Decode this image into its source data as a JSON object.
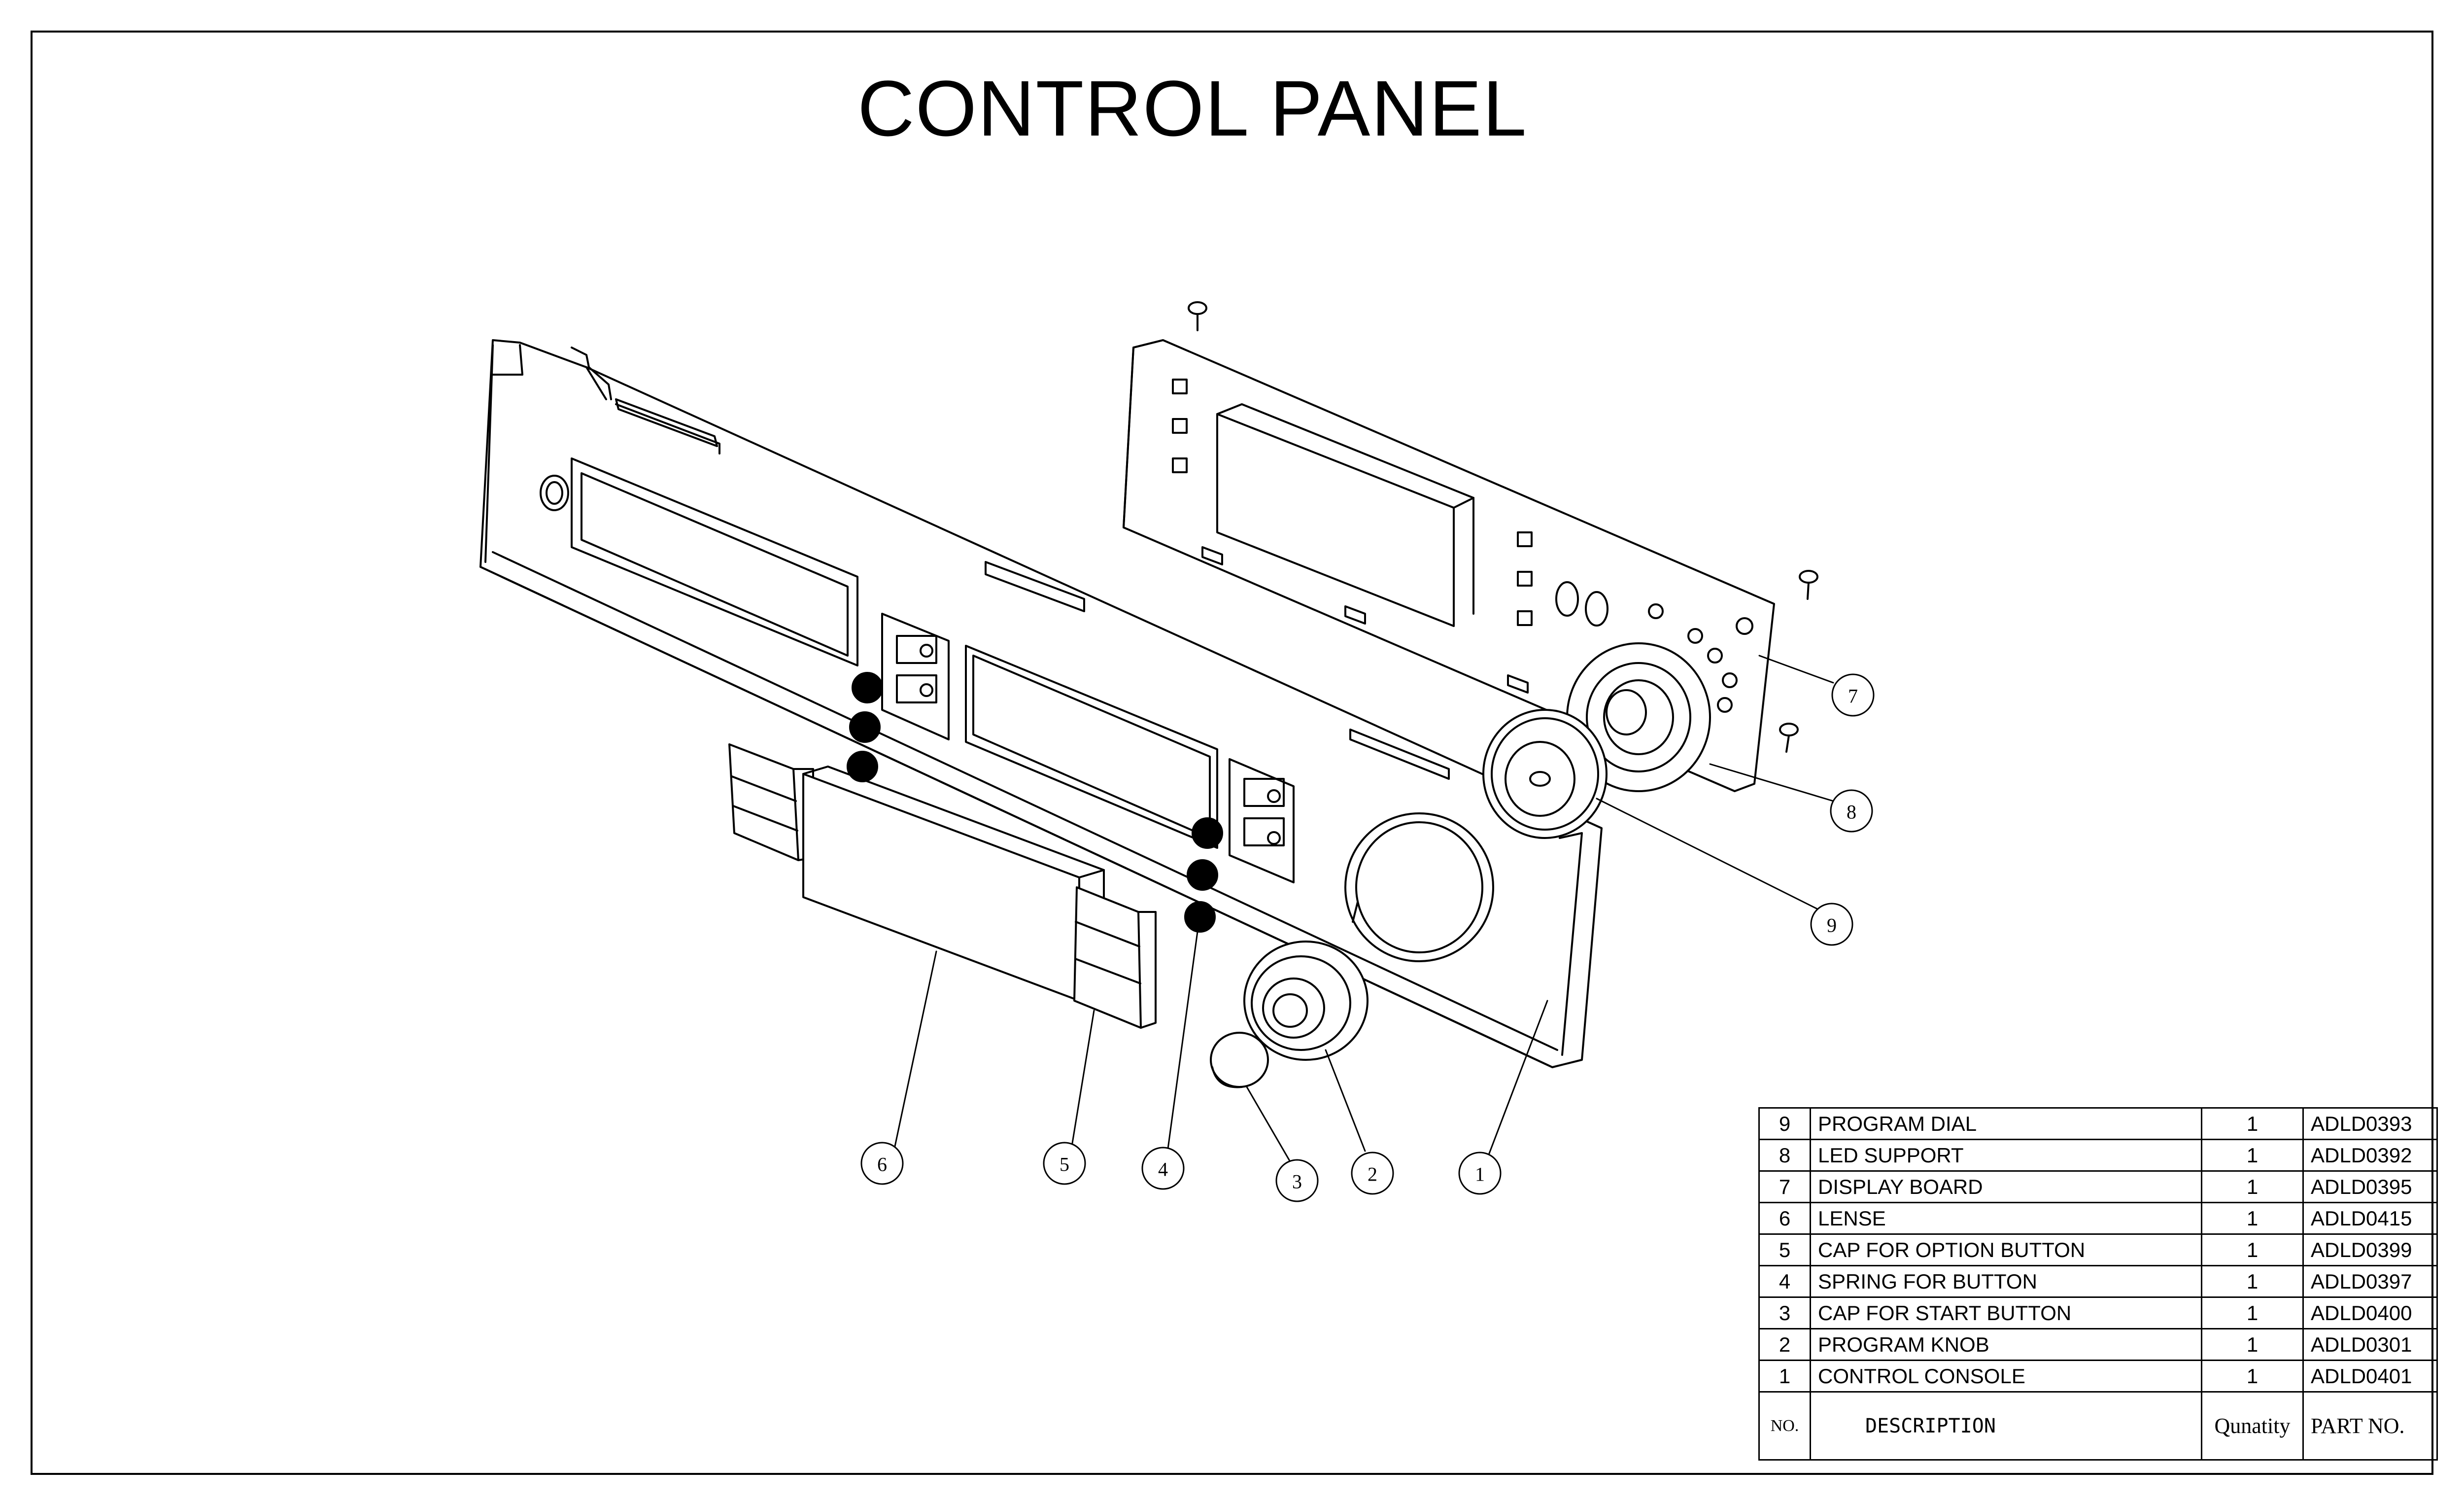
{
  "title": "CONTROL PANEL",
  "callouts": [
    "1",
    "2",
    "3",
    "4",
    "5",
    "6",
    "7",
    "8",
    "9"
  ],
  "parts_table": {
    "headers": {
      "no": "NO.",
      "description": "DESCRIPTION",
      "quantity": "Qunatity",
      "part_no": "PART NO."
    },
    "rows": [
      {
        "no": "9",
        "description": "PROGRAM DIAL",
        "qty": "1",
        "part_no": "ADLD0393"
      },
      {
        "no": "8",
        "description": "LED SUPPORT",
        "qty": "1",
        "part_no": "ADLD0392"
      },
      {
        "no": "7",
        "description": "DISPLAY BOARD",
        "qty": "1",
        "part_no": "ADLD0395"
      },
      {
        "no": "6",
        "description": "LENSE",
        "qty": "1",
        "part_no": "ADLD0415"
      },
      {
        "no": "5",
        "description": "CAP FOR OPTION BUTTON",
        "qty": "1",
        "part_no": "ADLD0399"
      },
      {
        "no": "4",
        "description": "SPRING FOR BUTTON",
        "qty": "1",
        "part_no": "ADLD0397"
      },
      {
        "no": "3",
        "description": "CAP FOR START BUTTON",
        "qty": "1",
        "part_no": "ADLD0400"
      },
      {
        "no": "2",
        "description": "PROGRAM KNOB",
        "qty": "1",
        "part_no": "ADLD0301"
      },
      {
        "no": "1",
        "description": "CONTROL CONSOLE",
        "qty": "1",
        "part_no": "ADLD0401"
      }
    ]
  }
}
